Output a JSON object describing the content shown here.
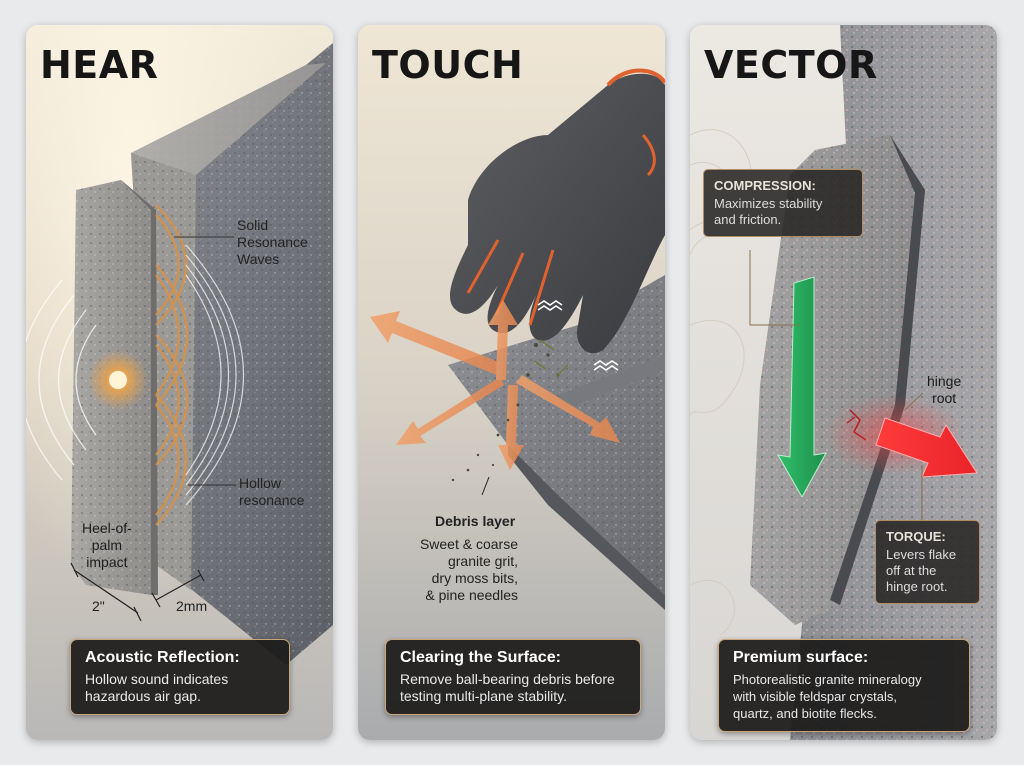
{
  "panels": {
    "hear": {
      "title": "HEAR",
      "labels": {
        "solid": "Solid\nResonance\nWaves",
        "hollow": "Hollow\nresonance",
        "heel": "Heel-of-\npalm\nimpact",
        "dim_2in": "2\"",
        "dim_2mm": "2mm"
      },
      "caption": {
        "heading": "Acoustic Reflection:",
        "body": "Hollow sound indicates\nhazardous air gap."
      }
    },
    "touch": {
      "title": "TOUCH",
      "debris": {
        "heading": "Debris layer",
        "body": "Sweet & coarse\ngranite grit,\ndry moss bits,\n& pine needles"
      },
      "caption": {
        "heading": "Clearing the Surface:",
        "body": "Remove ball-bearing debris before\ntesting multi-plane stability."
      }
    },
    "vector": {
      "title": "VECTOR",
      "compression": {
        "heading": "COMPRESSION:",
        "body": "Maximizes stability\nand friction."
      },
      "hinge": "hinge\nroot",
      "torque": {
        "heading": "TORQUE:",
        "body": "Levers flake\noff at the\nhinge root."
      },
      "caption": {
        "heading": "Premium surface:",
        "body": "Photorealistic granite mineralogy\nwith visible feldspar crystals,\nquartz, and biotite flecks."
      }
    }
  },
  "colors": {
    "compression_arrow": "#2fbf6a",
    "torque_arrow": "#e8242a",
    "force_arrows": "#e9935a",
    "glove_trim": "#e0622f"
  }
}
